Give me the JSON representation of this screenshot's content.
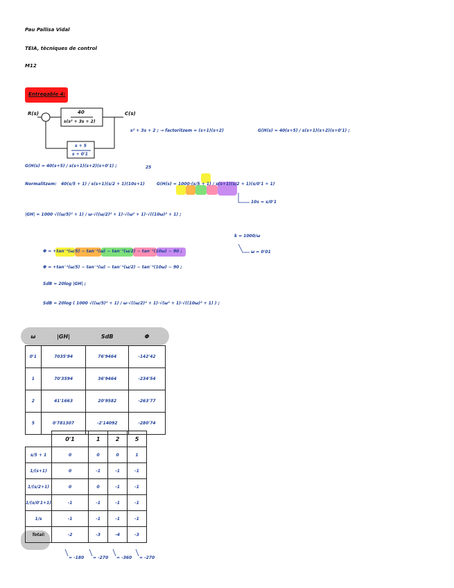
{
  "header": {
    "author": "Pau Pallisa Vidal",
    "course": "TEIA, tècniques de control",
    "code": "M12"
  },
  "section_tag": "Entregable 4:",
  "diagram": {
    "input": "R(s)",
    "output": "C(s)",
    "forward_num": "40",
    "forward_den": "s(s² + 3s + 2)",
    "feedback_num": "s + 5",
    "feedback_den": "s + 0'1"
  },
  "notes": {
    "factor": "s² + 3s + 2 ; → factoritzem = (s+1)(s+2)",
    "gh_right": "G(H(s) = 40(s+5) / s(s+1)(s+2)(s+0'1) ;",
    "gh_left": "G(H(s) = 40(s+5) / s(s+1)(s+2)(s+0'1) ;",
    "normalise": "Normalitzem:",
    "norm_expr": "40(s/5 + 1) / s(s+1)(s/2 + 1)(10s+1)",
    "gain_mark": "25",
    "gh_norm": "G(H(s) = 1000·(s/5 + 1) / s(s+1)(s/2 + 1)(s/0'1 + 1)",
    "tau": "10s = s/0'1",
    "mag": "|GH| = 1000 √((ω/5)² + 1) / ω·√((ω/2)² + 1)·√(ω² + 1)·√((10ω)² + 1) ;",
    "k_label": "k = 1000/ω",
    "omega_note": "ω = 0'01",
    "phase1": "Φ = +tan⁻¹(ω/5) − tan⁻¹(ω) − tan⁻¹(ω/2) − tan⁻¹(10ω) − 90 ;",
    "phase2": "Φ = +tan⁻¹(ω/5) − tan⁻¹(ω) − tan⁻¹(ω/2) − tan⁻¹(10ω) − 90 ;",
    "db1": "SdB = 20log |GH| ;",
    "db2": "SdB = 20log ( 1000 √((ω/5)² + 1) / ω·√((ω/2)² + 1)·√(ω² + 1)·√((10ω)² + 1) ) ;"
  },
  "table1": {
    "headers": [
      "ω",
      "|GH|",
      "SdB",
      "Φ"
    ],
    "rows": [
      [
        "0'1",
        "7035'94",
        "76'9464",
        "-142'42"
      ],
      [
        "1",
        "70'3594",
        "36'9464",
        "-234'54"
      ],
      [
        "2",
        "41'1663",
        "20'9582",
        "-263'77"
      ],
      [
        "5",
        "0'781307",
        "-2'14092",
        "-280'74"
      ]
    ]
  },
  "table2": {
    "headers": [
      "0'1",
      "1",
      "2",
      "5"
    ],
    "rows": [
      {
        "label": "s/5 + 1",
        "values": [
          "0",
          "0",
          "0",
          "1"
        ]
      },
      {
        "label": "1/(s+1)",
        "values": [
          "0",
          "-1",
          "-1",
          "-1"
        ]
      },
      {
        "label": "1/(s/2+1)",
        "values": [
          "0",
          "0",
          "-1",
          "-1"
        ]
      },
      {
        "label": "1/(s/0'1+1)",
        "values": [
          "-1",
          "-1",
          "-1",
          "-1"
        ]
      },
      {
        "label": "1/s",
        "values": [
          "-1",
          "-1",
          "-1",
          "-1"
        ]
      },
      {
        "label": "Total:",
        "values": [
          "-2",
          "-3",
          "-4",
          "-3"
        ]
      }
    ],
    "phase_notes": [
      "= -180",
      "= -270",
      "= -360",
      "= -270"
    ]
  },
  "colors": {
    "tag": "#ff1a1a",
    "ink": "#1f3f9a",
    "hl_yellow": "#f7f23a",
    "hl_orange": "#ffb34a",
    "hl_green": "#7fe07a",
    "hl_pink": "#ff8fb1",
    "hl_purple": "#c88cf0",
    "row_hl": "#c8c8c8"
  }
}
